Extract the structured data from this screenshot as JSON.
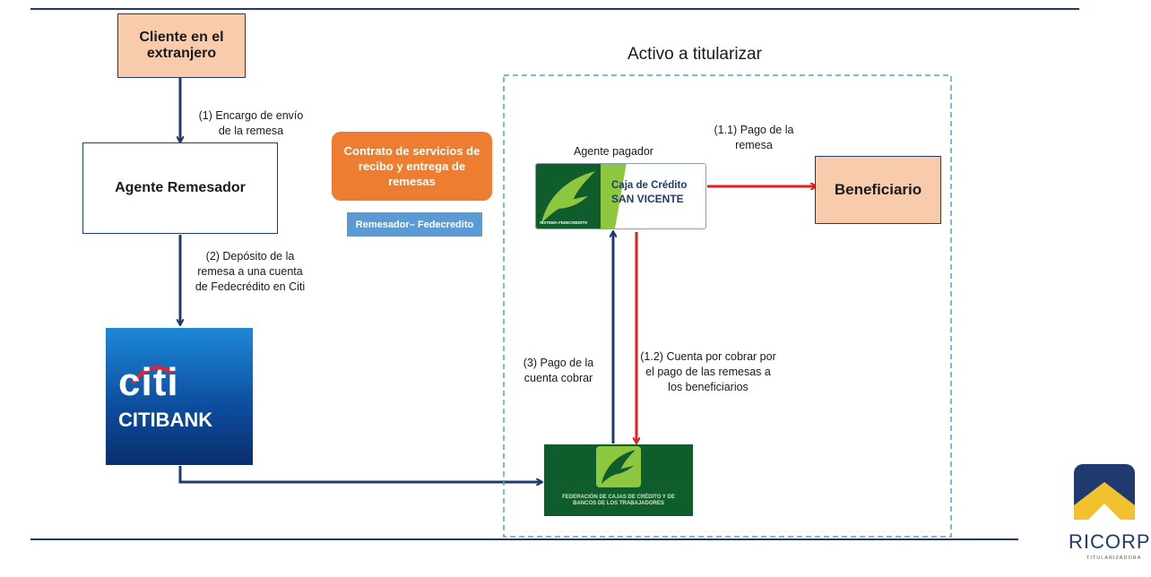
{
  "diagram": {
    "client": "Cliente en el extranjero",
    "remitter": "Agente Remesador",
    "beneficiary": "Beneficiario",
    "securitized_title": "Activo a titularizar",
    "contract_box": "Contrato de servicios de recibo y entrega de remesas",
    "contract_tag": "Remesador– Fedecredito",
    "paying_agent_label": "Agente pagador",
    "caja_line1": "Caja de Crédito",
    "caja_line2": "SAN VICENTE",
    "caja_small": "SISTEMA FEDECREDITO",
    "step1": "(1) Encargo de envío de la remesa",
    "step2": "(2) Depósito de la remesa a una cuenta de Fedecrédito en Citi",
    "step3": "(3) Pago de la cuenta cobrar",
    "step11": "(1.1) Pago de la remesa",
    "step12": "(1.2) Cuenta por cobrar por el pago de las remesas a los beneficiarios",
    "citi_word": "citi",
    "citibank_word": "CITIBANK",
    "fed_text": "FEDERACIÓN DE CAJAS DE CRÉDITO Y DE BANCOS DE LOS TRABAJADORES",
    "ricorp_word": "RICORP",
    "ricorp_sub": "TITULARIZADORA"
  },
  "colors": {
    "navy": "#1f3a6e",
    "red": "#e02020",
    "peach": "#f8cbad",
    "orange": "#ed7d31",
    "tag_blue": "#5b9bd5",
    "green_dark": "#0f5c2c",
    "green_light": "#8dc63f"
  }
}
